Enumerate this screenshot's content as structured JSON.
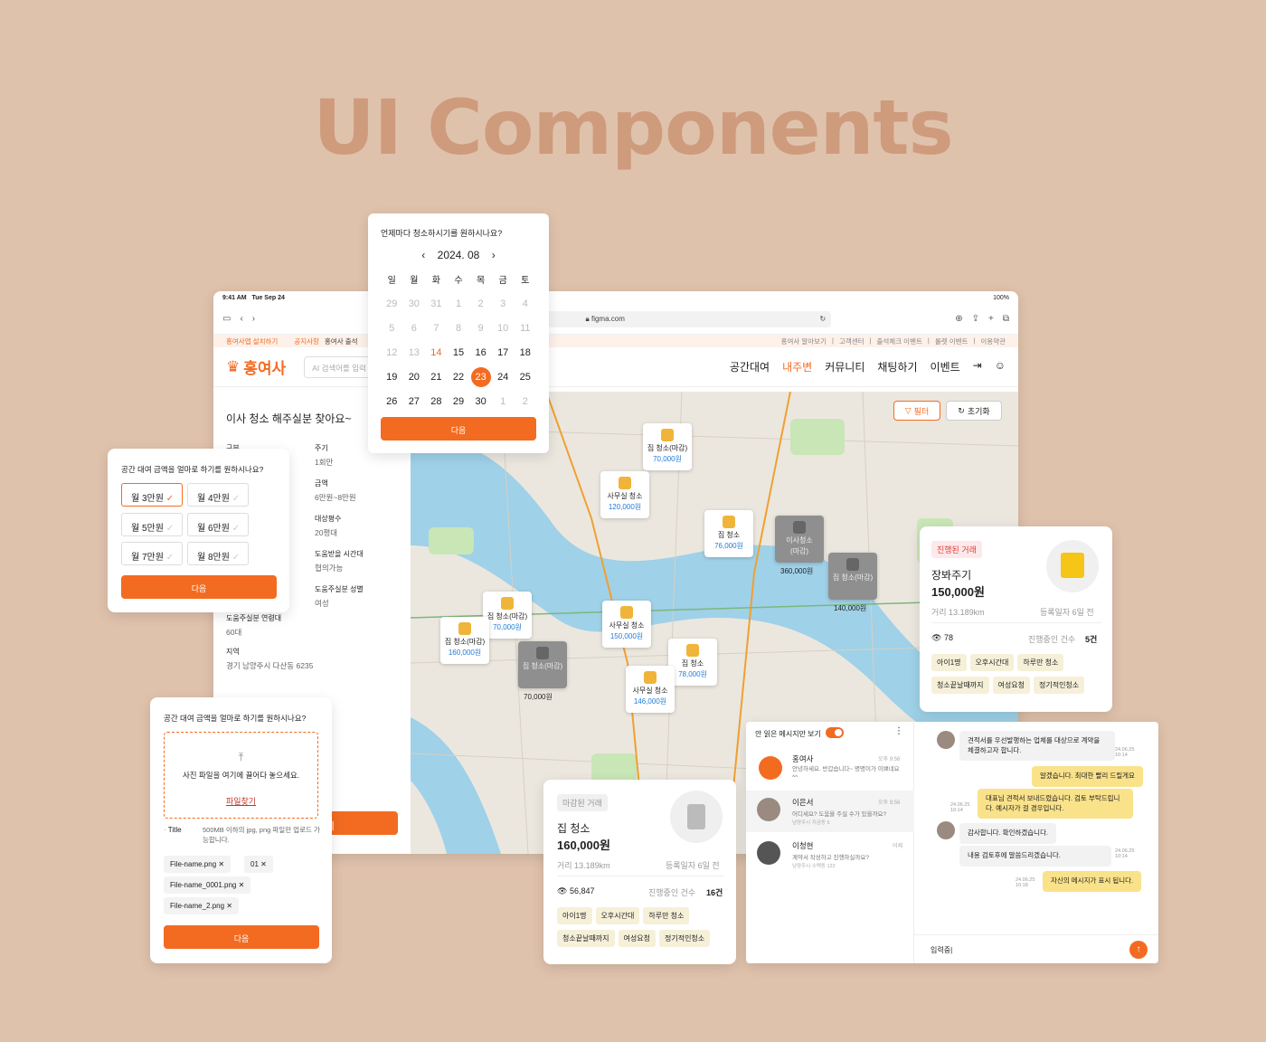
{
  "headline": "UI Components",
  "browser": {
    "time": "9:41 AM",
    "date": "Tue Sep 24",
    "battery": "100%",
    "url": "figma.com",
    "topbar": {
      "install": "홍여사앱 설치하기",
      "notice_label": "공지사항",
      "notice_text": "홍여사 출석",
      "links": [
        "홍여사 알아보기",
        "고객센터",
        "출석체크 이벤트",
        "룰렛 이벤트",
        "이용약관"
      ]
    },
    "logo": "홍여사",
    "search_placeholder": "AI 검색어를 입력",
    "menu": [
      "공간대여",
      "내주변",
      "커뮤니티",
      "채팅하기",
      "이벤트"
    ],
    "menu_active": 1,
    "detail": {
      "title": "이사 청소 해주실분 찾아요~",
      "left_fields": [
        {
          "label": "구분",
          "value": ""
        }
      ],
      "right_fields": [
        {
          "label": "주기",
          "value": "1회만"
        },
        {
          "label": "금액",
          "value": "6만원~8만원"
        },
        {
          "label": "대상평수",
          "value": "20평대"
        },
        {
          "label": "도움받을 시간대",
          "value": "협의가능"
        },
        {
          "label": "도움주실분 성별",
          "value": "여성"
        }
      ],
      "bottom_fields": [
        {
          "label": "도움주실분 연령대",
          "value": "60대"
        },
        {
          "label": "지역",
          "value": "경기 남양주시 다산동 6235"
        }
      ],
      "button": "하기"
    },
    "map": {
      "filter": "필터",
      "reset": "초기화",
      "pins": [
        {
          "title": "집 청소(마감)",
          "price": "70,000원",
          "gray": false
        },
        {
          "title": "사무실 청소",
          "price": "120,000원",
          "gray": false
        },
        {
          "title": "집 청소",
          "price": "76,000원",
          "gray": false
        },
        {
          "title": "이사청소\n(마감)",
          "price": "360,000원",
          "gray": true
        },
        {
          "title": "집 청소(마감)",
          "price": "140,000원",
          "gray": true
        },
        {
          "title": "집 청소(마감)",
          "price": "70,000원",
          "gray": false
        },
        {
          "title": "집 청소(마감)",
          "price": "160,000원",
          "gray": false
        },
        {
          "title": "집 청소(마감)",
          "price": "70,000원",
          "gray": true
        },
        {
          "title": "사무실 청소",
          "price": "150,000원",
          "gray": false
        },
        {
          "title": "집 청소",
          "price": "78,000원",
          "gray": false
        },
        {
          "title": "사무실 청소",
          "price": "146,000원",
          "gray": false
        }
      ]
    }
  },
  "calendar": {
    "question": "언제마다 청소하시기를 원하시나요?",
    "month": "2024. 08",
    "weekdays": [
      "일",
      "월",
      "화",
      "수",
      "목",
      "금",
      "토"
    ],
    "weeks": [
      [
        "29",
        "30",
        "31",
        "1",
        "2",
        "3",
        "4"
      ],
      [
        "5",
        "6",
        "7",
        "8",
        "9",
        "10",
        "11"
      ],
      [
        "12",
        "13",
        "14",
        "15",
        "16",
        "17",
        "18"
      ],
      [
        "19",
        "20",
        "21",
        "22",
        "23",
        "24",
        "25"
      ],
      [
        "26",
        "27",
        "28",
        "29",
        "30",
        "1",
        "2"
      ]
    ],
    "today": "14",
    "selected": "23",
    "button": "다음"
  },
  "amount": {
    "question": "공간 대여 금액을 얼마로 하기를 원하시나요?",
    "options": [
      "월 3만원",
      "월 4만원",
      "월 5만원",
      "월 6만원",
      "월 7만원",
      "월 8만원"
    ],
    "selected": 0,
    "button": "다음"
  },
  "upload": {
    "question": "공간 대여 금액을 얼마로 하기를 원하시나요?",
    "drop_text": "사진 파일을 여기에 끌어다 놓으세요.",
    "find": "파일찾기",
    "title_label": "Title",
    "hint": "500MB 이하의 jpg, png 파일만 업로드 가능합니다.",
    "files": [
      "File-name.png",
      "01",
      "File-name_0001.png",
      "File-name_2.png"
    ],
    "button": "다음"
  },
  "card_progress": {
    "badge": "진행된 거래",
    "title": "장봐주기",
    "price": "150,000원",
    "distance": "거리 13.189km",
    "registered": "등록일자 6일 전",
    "views": "78",
    "count_label": "진행중인 건수",
    "count": "5건",
    "tags": [
      "아이1명",
      "오후시간대",
      "하루만 청소",
      "청소끝날때까지",
      "여성요청",
      "정기적인청소"
    ]
  },
  "card_closed": {
    "badge": "마감된 거래",
    "title": "집 청소",
    "price": "160,000원",
    "distance": "거리 13.189km",
    "registered": "등록일자 6일 전",
    "views": "56,847",
    "count_label": "진행중인 건수",
    "count": "16건",
    "tags": [
      "아이1명",
      "오후시간대",
      "하루만 청소",
      "청소끝날때까지",
      "여성요청",
      "정기적인청소"
    ]
  },
  "chat": {
    "unread_only": "안 읽은 메시지만 보기",
    "list": [
      {
        "name": "홍여사",
        "time": "오후 9:56",
        "preview": "안녕하세요. 반갑습니다~ 명명이가 이쁘네요 ^^",
        "place": ""
      },
      {
        "name": "이은서",
        "time": "오후 9:56",
        "preview": "어디세요? 도움을 주실 수가 있을까요?",
        "place": "남양주시 지금동 5"
      },
      {
        "name": "이청현",
        "time": "어제",
        "preview": "계약서 작성하고 진행하실까요?",
        "place": "남양주시 수택동 122"
      }
    ],
    "messages": [
      {
        "side": "left",
        "text": "견적서를 우선발행하는 업체를 대상으로 계약을 체결하고자 합니다.",
        "time": "24.06.25 10:14"
      },
      {
        "side": "right",
        "text": "알겠습니다. 최대한 빨리 드릴게요",
        "time": ""
      },
      {
        "side": "right",
        "text": "대표님 견적서 보내드렸습니다. 검토 부탁드립니다. 예시자가 걸 경우입니다.",
        "time": "24.06.25 10:14"
      },
      {
        "side": "left",
        "text": "감사합니다. 확인하겠습니다.",
        "time": ""
      },
      {
        "side": "left",
        "text": "내용 검토후에 말씀드리겠습니다.",
        "time": "24.06.25 10:14"
      },
      {
        "side": "right",
        "text": "자신의 메시지가 표시 됩니다.",
        "time": "24.06.25 10:18"
      }
    ],
    "input_value": "입력중|"
  }
}
